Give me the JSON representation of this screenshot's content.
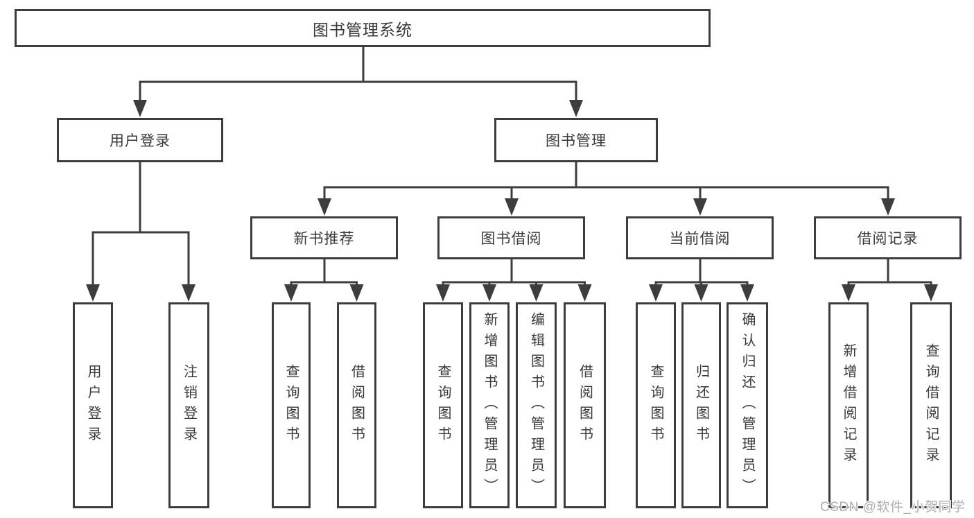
{
  "diagram": {
    "root": {
      "label": "图书管理系统"
    },
    "level2": [
      {
        "id": "user-login",
        "label": "用户登录"
      },
      {
        "id": "book-management",
        "label": "图书管理"
      }
    ],
    "level3": [
      {
        "id": "new-book-recommend",
        "label": "新书推荐"
      },
      {
        "id": "book-borrow",
        "label": "图书借阅"
      },
      {
        "id": "current-borrow",
        "label": "当前借阅"
      },
      {
        "id": "borrow-records",
        "label": "借阅记录"
      }
    ],
    "leaves": {
      "user_login": [
        "用户登录",
        "注销登录"
      ],
      "new_book_recommend": [
        "查询图书",
        "借阅图书"
      ],
      "book_borrow": [
        "查询图书",
        "新增图书（管理员）",
        "编辑图书（管理员）",
        "借阅图书"
      ],
      "current_borrow": [
        "查询图书",
        "归还图书",
        "确认归还（管理员）"
      ],
      "borrow_records": [
        "新增借阅记录",
        "查询借阅记录"
      ]
    }
  },
  "watermark": {
    "text": "CSDN @软件_小贺同学"
  },
  "colors": {
    "line": "#3d3d3d",
    "border": "#3d3d3d",
    "text": "#383838",
    "box_fill": "#ffffff",
    "background": "#ffffff",
    "watermark": "#aeaeae"
  }
}
